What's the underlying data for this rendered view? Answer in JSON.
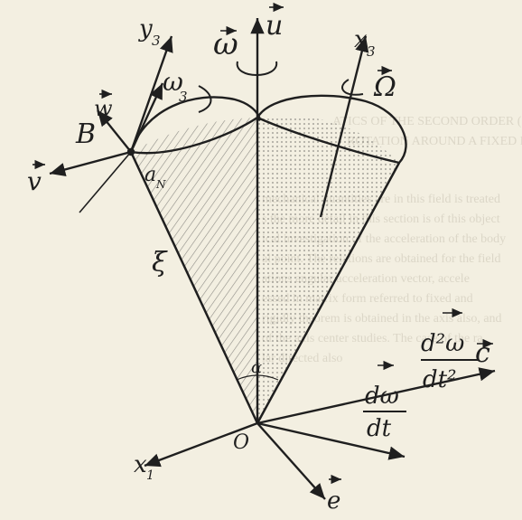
{
  "figure": {
    "labels": {
      "y3": "y",
      "y3_sub": "3",
      "omega": "ω",
      "u": "u",
      "x3": "x",
      "x3_sub": "3",
      "omega3": "ω",
      "omega3_sub": "3",
      "Omega": "Ω",
      "w": "w",
      "B": "B",
      "v": "v",
      "a_n": "a",
      "a_n_sub": "N",
      "xi": "ξ",
      "alpha": "α",
      "O": "O",
      "c": "c",
      "x1": "x",
      "x1_sub": "1",
      "dw_num": "dω",
      "dw_den": "dt",
      "d2w_num": "d²ω",
      "d2w_den": "dt²",
      "e": "e"
    },
    "background_text": [
      "ATICS OF THE SECOND ORDER (CASE) IN",
      "ROTATION AROUND A FIXED POINT",
      "mechanical quantities are in this field is treated",
      "s the more detail in this section is of this object",
      "ical investigation of the acceleration of the body",
      "al point. The relations are obtained for the field",
      "ations angular acceleration vector, accele",
      "essed in matrix form referred to fixed and",
      "rigidly theorem is obtained in the axis also, and",
      "of the axis center studies. The case of the ra",
      "lar directed also"
    ]
  },
  "colors": {
    "ink": "#1f1f1f",
    "paper": "#f3efe1",
    "faint_text": "#c9c3b3"
  }
}
